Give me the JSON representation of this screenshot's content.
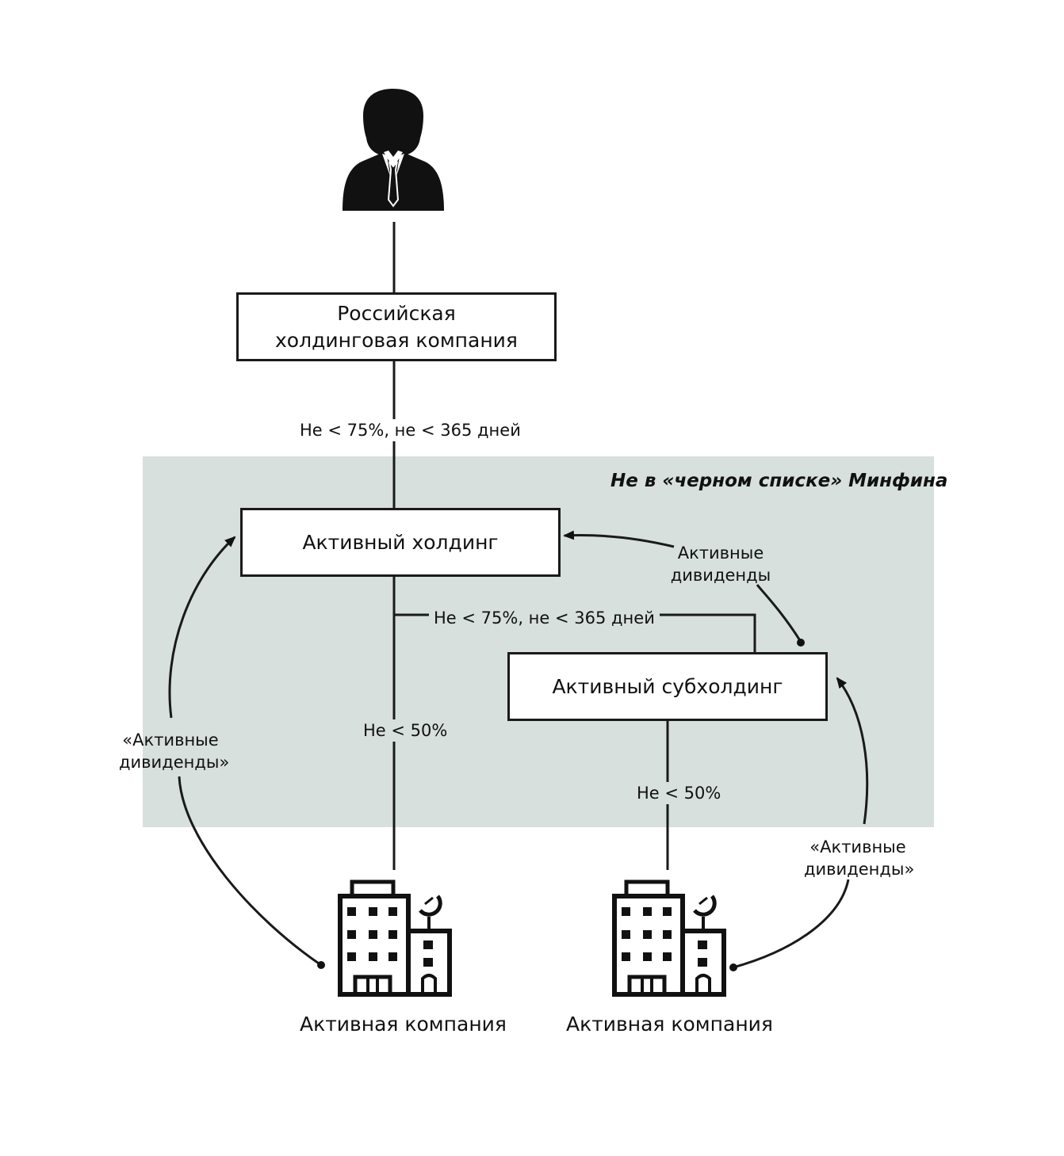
{
  "region": {
    "title": "Не в «черном списке» Минфина",
    "color": "#d7e0dc"
  },
  "nodes": {
    "person": {
      "icon": "businessman-icon"
    },
    "russian_holding": {
      "label": "Российская холдинговая компания"
    },
    "active_holding": {
      "label": "Активный холдинг"
    },
    "active_subholding": {
      "label": "Активный субхолдинг"
    },
    "company_left": {
      "label": "Активная компания",
      "icon": "office-building-icon"
    },
    "company_right": {
      "label": "Активная компания",
      "icon": "office-building-icon"
    }
  },
  "edges": {
    "russian_to_holding": "Не < 75%, не < 365 дней",
    "holding_to_subholding": "Не < 75%, не < 365 дней",
    "holding_to_company": "Не < 50%",
    "subholding_to_company": "Не < 50%"
  },
  "dividends": {
    "left_line1": "«Активные",
    "left_line2": "дивиденды»",
    "sub_line1": "Активные",
    "sub_line2": "дивиденды",
    "right_line1": "«Активные",
    "right_line2": "дивиденды»"
  }
}
